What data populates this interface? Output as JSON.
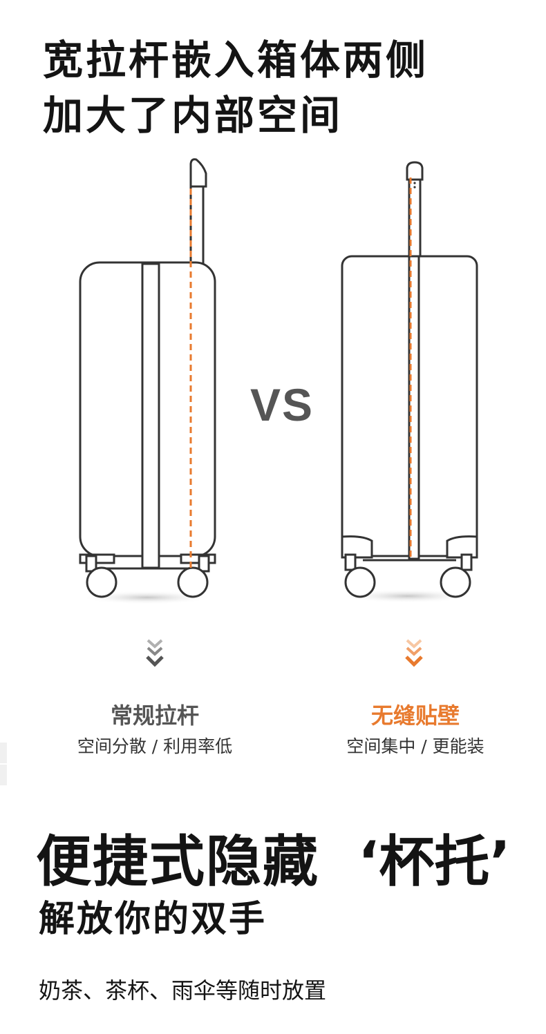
{
  "heading": {
    "line1": "宽拉杆嵌入箱体两侧",
    "line2": "加大了内部空间"
  },
  "comparison": {
    "vs": "VS",
    "left": {
      "title": "常规拉杆",
      "subtitle": "空间分散 / 利用率低",
      "arrow": "chevron-down-icon"
    },
    "right": {
      "title": "无缝贴壁",
      "subtitle": "空间集中 / 更能装",
      "arrow": "chevron-down-icon"
    }
  },
  "feature": {
    "title": "便捷式隐藏",
    "quoted": "‘杯托’",
    "subtitle": "解放你的双手",
    "description": "奶茶、茶杯、雨伞等随时放置"
  },
  "colors": {
    "accent": "#e87a2e",
    "muted": "#555555",
    "text": "#141414"
  }
}
